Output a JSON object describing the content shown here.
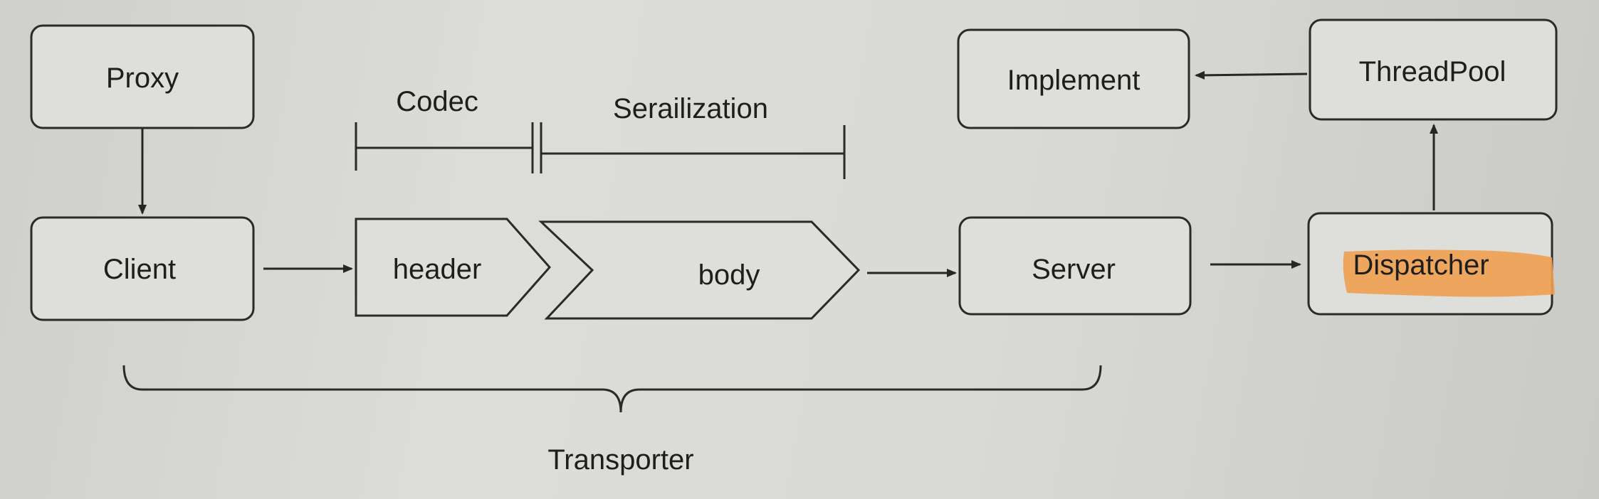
{
  "nodes": {
    "proxy": "Proxy",
    "client": "Client",
    "server": "Server",
    "implement": "Implement",
    "threadpool": "ThreadPool",
    "dispatcher": "Dispatcher"
  },
  "message": {
    "header": "header",
    "body": "body"
  },
  "labels": {
    "codec": "Codec",
    "serialization": "Serailization",
    "transporter": "Transporter"
  },
  "colors": {
    "highlight": "#f0a050",
    "stroke": "#2a2a2a"
  }
}
